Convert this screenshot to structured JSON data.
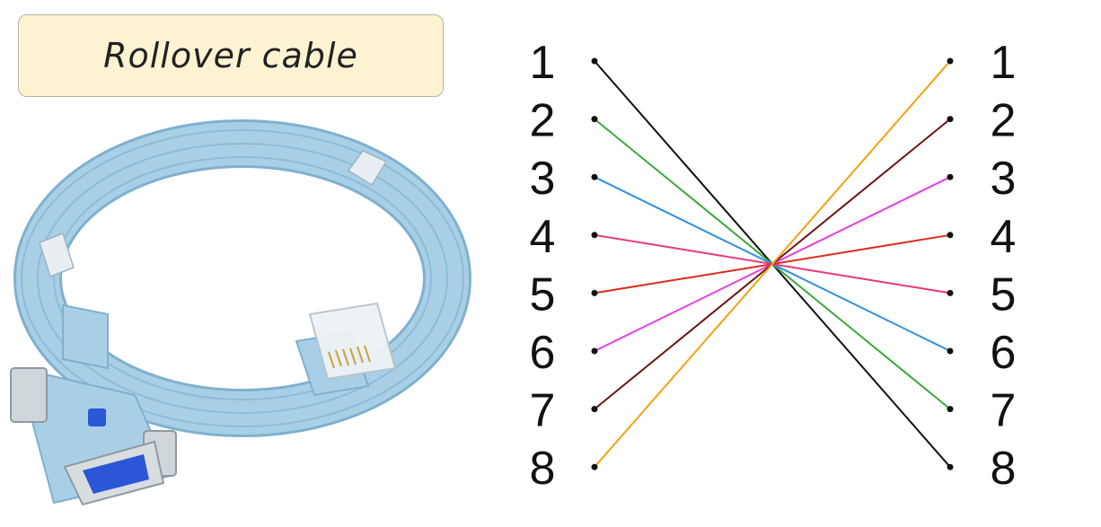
{
  "title": "Rollover cable",
  "pins_left": [
    "1",
    "2",
    "3",
    "4",
    "5",
    "6",
    "7",
    "8"
  ],
  "pins_right": [
    "1",
    "2",
    "3",
    "4",
    "5",
    "6",
    "7",
    "8"
  ],
  "wires": [
    {
      "from": "1",
      "to": "8",
      "color": "#111111"
    },
    {
      "from": "2",
      "to": "7",
      "color": "#3aa83a"
    },
    {
      "from": "3",
      "to": "6",
      "color": "#2f8fe0"
    },
    {
      "from": "4",
      "to": "5",
      "color": "#e8377a"
    },
    {
      "from": "5",
      "to": "4",
      "color": "#e0291b"
    },
    {
      "from": "6",
      "to": "3",
      "color": "#e83ce0"
    },
    {
      "from": "7",
      "to": "2",
      "color": "#6b1414"
    },
    {
      "from": "8",
      "to": "1",
      "color": "#f2a20f"
    }
  ],
  "cable_colors": {
    "jacket": "#a9cfe6",
    "jacket_dark": "#7fb0cf",
    "plug": "#dfe6ea",
    "connector": "#2b57d6"
  }
}
